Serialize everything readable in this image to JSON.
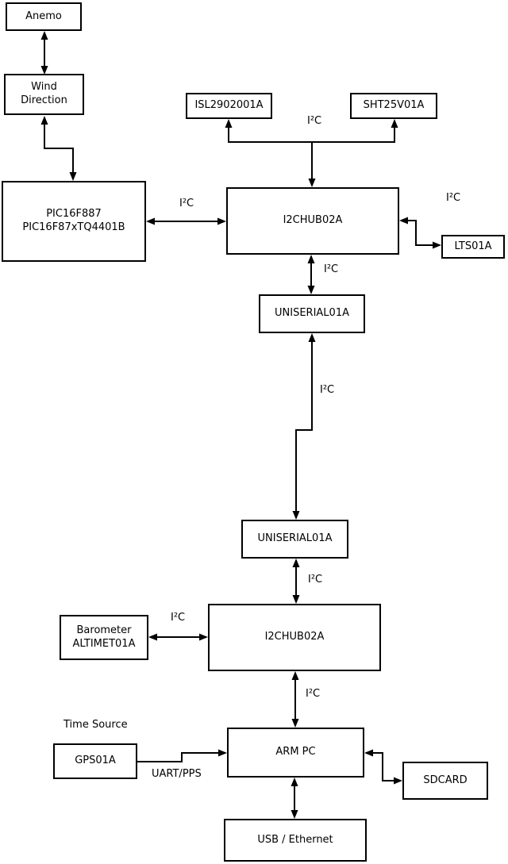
{
  "diagram": {
    "background_color": "#ffffff",
    "line_color": "#000000",
    "nodes": {
      "anemo": {
        "label": "Anemo"
      },
      "wind_direction": {
        "label": "Wind\nDirection"
      },
      "pic": {
        "label": "PIC16F887\nPIC16F87xTQ4401B"
      },
      "isl": {
        "label": "ISL2902001A"
      },
      "sht": {
        "label": "SHT25V01A"
      },
      "i2chub_top": {
        "label": "I2CHUB02A"
      },
      "lts": {
        "label": "LTS01A"
      },
      "uniserial_top": {
        "label": "UNISERIAL01A"
      },
      "uniserial_bottom": {
        "label": "UNISERIAL01A"
      },
      "i2chub_bottom": {
        "label": "I2CHUB02A"
      },
      "barometer": {
        "label": "Barometer\nALTIMET01A"
      },
      "arm_pc": {
        "label": "ARM PC"
      },
      "gps": {
        "label": "GPS01A"
      },
      "sdcard": {
        "label": "SDCARD"
      },
      "usb_ethernet": {
        "label": "USB / Ethernet"
      }
    },
    "edge_labels": {
      "i2c": "I²C",
      "uart_pps": "UART/PPS",
      "time_source": "Time Source"
    }
  }
}
